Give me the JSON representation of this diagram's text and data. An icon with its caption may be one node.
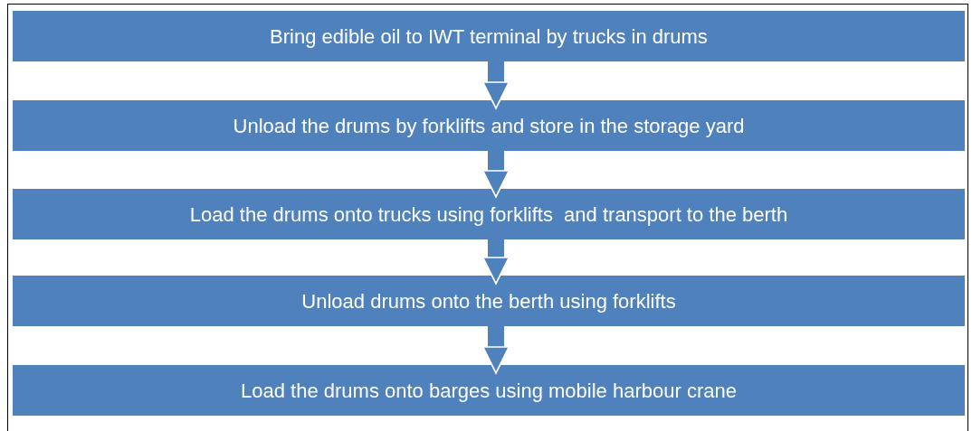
{
  "diagram": {
    "nodes": [
      {
        "text": [
          "Bring edible oil to IWT terminal by trucks in drums"
        ]
      },
      {
        "text": [
          "Unload the drums by forklifts and store in the storage yard"
        ]
      },
      {
        "text": [
          "Load the drums onto trucks using forklifts  and transport to the berth"
        ]
      },
      {
        "text": [
          "Unload drums onto the berth using forklifts"
        ]
      },
      {
        "text": [
          "Load the drums onto barges using mobile harbour crane"
        ]
      }
    ],
    "edges": [
      {
        "from": 0,
        "to": 1,
        "arrow": "to"
      },
      {
        "from": 1,
        "to": 2,
        "arrow": "to"
      },
      {
        "from": 2,
        "to": 3,
        "arrow": "to"
      },
      {
        "from": 3,
        "to": 4,
        "arrow": "to"
      }
    ]
  }
}
